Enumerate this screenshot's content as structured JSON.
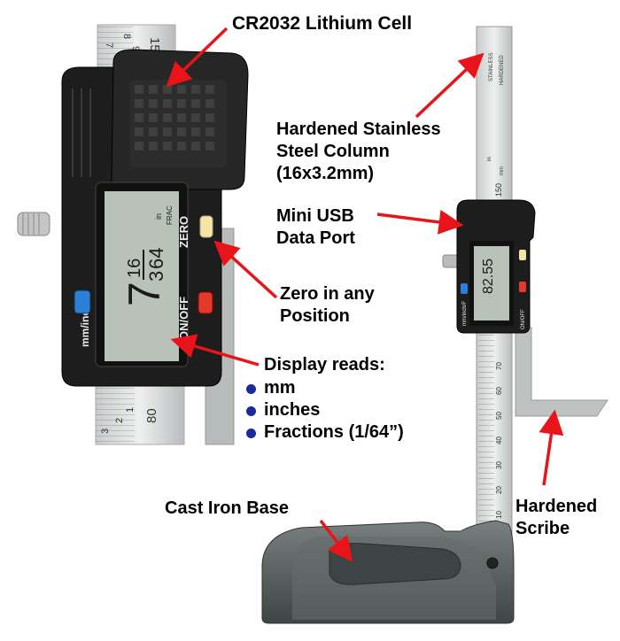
{
  "colors": {
    "arrow": "#e8141a",
    "bullet": "#1a2a9a",
    "display_bg": "#b9c2b8",
    "body": "#1d1d1d",
    "base": "#5a5f5f"
  },
  "labels": {
    "battery": "CR2032 Lithium Cell",
    "column": [
      "Hardened Stainless",
      "Steel Column",
      "(16x3.2mm)"
    ],
    "usb": [
      "Mini USB",
      "Data Port"
    ],
    "zero": [
      "Zero in any",
      "Position"
    ],
    "display_heading": "Display reads:",
    "display_modes": [
      "mm",
      "inches",
      "Fractions (1/64”)"
    ],
    "base": "Cast Iron Base",
    "scribe": [
      "Hardened",
      "Scribe"
    ]
  },
  "device": {
    "button_mode": "mm/inch/F",
    "button_power": "ON/OFF",
    "button_zero": "ZERO",
    "unit_in": "in",
    "unit_frac": "FRAC",
    "display_whole": "7",
    "display_frac_top": "16",
    "display_frac_bottom": "64",
    "display_frac_bottom_lead": "3",
    "small_display": "82.55",
    "column_text": [
      "STAINLESS",
      "HARDENED"
    ],
    "scale_top": [
      "7",
      "8",
      "9",
      "150"
    ],
    "scale_bottom": [
      "3",
      "2",
      "1",
      "80"
    ],
    "tall_column_numbers": [
      "70",
      "60",
      "50",
      "40",
      "30",
      "20",
      "10"
    ],
    "column_unit_in": "in",
    "column_unit_mm": "mm",
    "column_scale_150": "150"
  }
}
